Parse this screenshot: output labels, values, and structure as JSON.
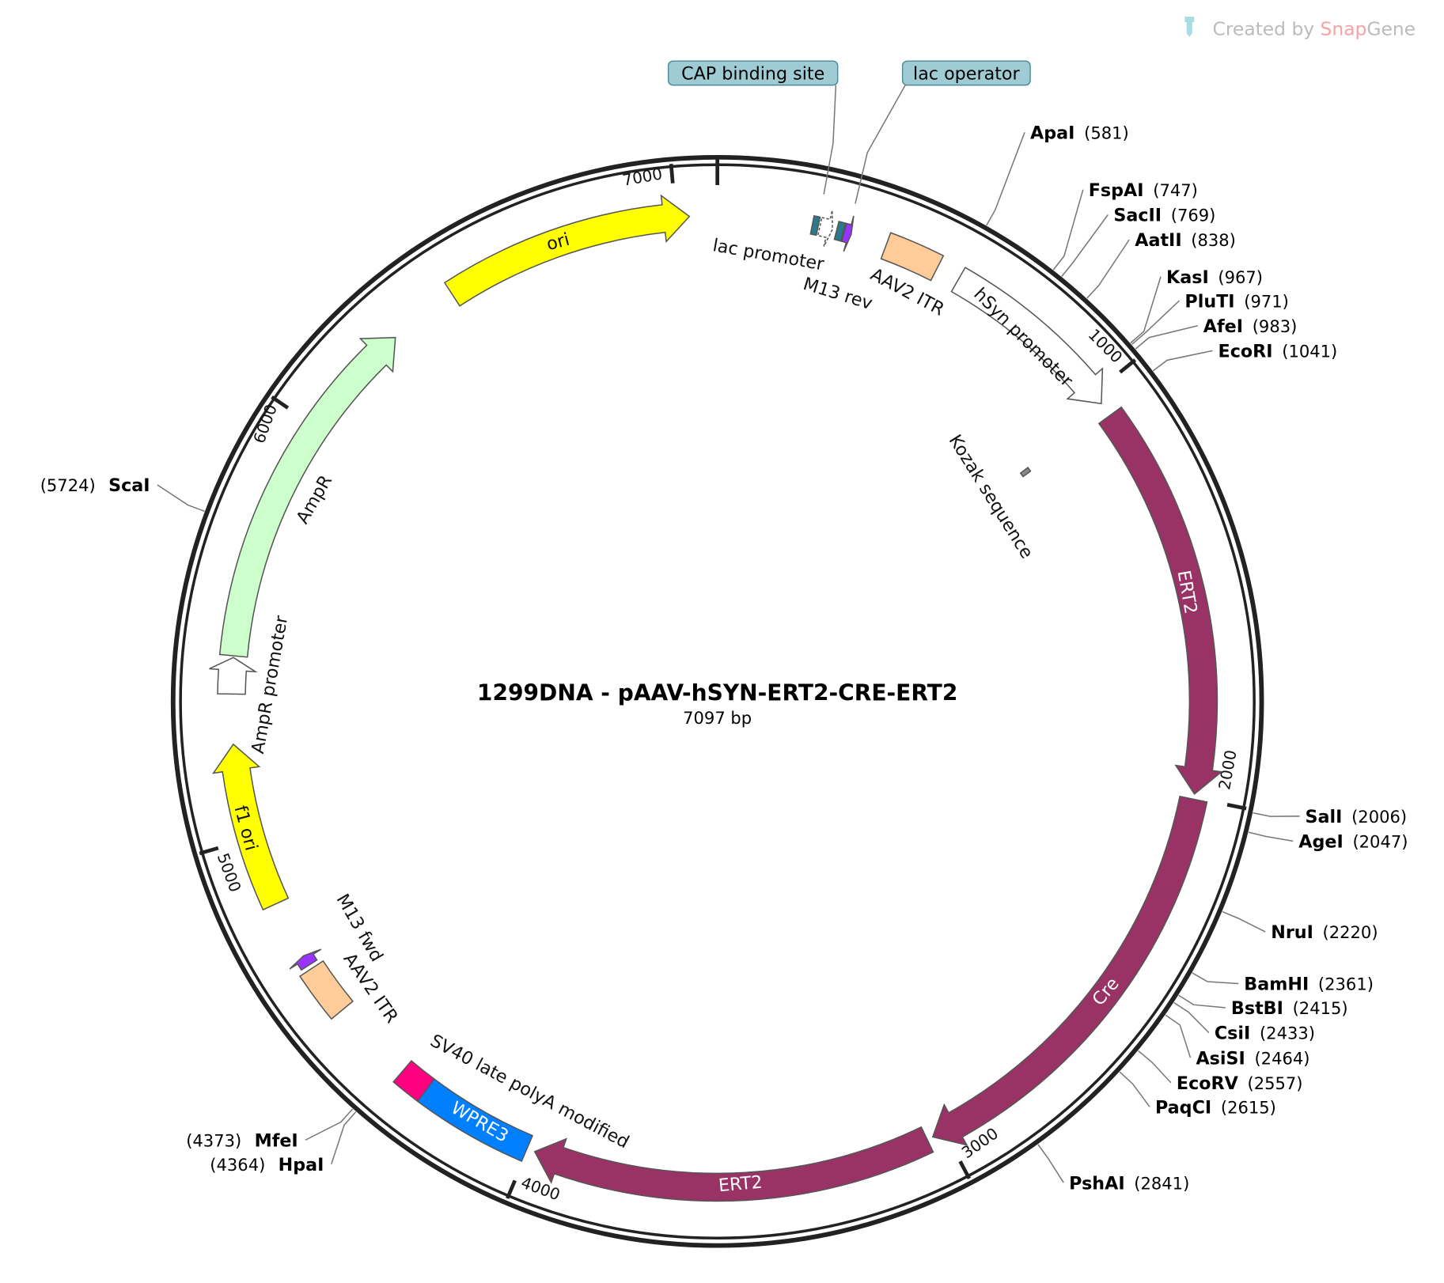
{
  "watermark": {
    "prefix": "Created by ",
    "brand_a": "Snap",
    "brand_b": "Gene"
  },
  "plasmid": {
    "title": "1299DNA - pAAV-hSYN-ERT2-CRE-ERT2",
    "length_label": "7097 bp",
    "length": 7097
  },
  "ticks": [
    {
      "bp": 1000,
      "label": "1000"
    },
    {
      "bp": 2000,
      "label": "2000"
    },
    {
      "bp": 3000,
      "label": "3000"
    },
    {
      "bp": 4000,
      "label": "4000"
    },
    {
      "bp": 5000,
      "label": "5000"
    },
    {
      "bp": 6000,
      "label": "6000"
    },
    {
      "bp": 7000,
      "label": "7000"
    }
  ],
  "features": [
    {
      "name": "ori",
      "start": 6445,
      "end": 7032,
      "color": "#ffff00",
      "type": "arrow"
    },
    {
      "name": "AmpR",
      "start": 5429,
      "end": 6279,
      "color": "#ccffcc",
      "type": "arrow"
    },
    {
      "name": "AmpR promoter",
      "start": 5340,
      "end": 5425,
      "color": "#ffffff",
      "type": "arrow"
    },
    {
      "name": "f1 ori",
      "start": 4837,
      "end": 5223,
      "color": "#ffff00",
      "type": "arrow"
    },
    {
      "name": "M13 fwd",
      "start": 4675,
      "end": 4700,
      "color": "#9933ff",
      "type": "arrow"
    },
    {
      "name": "AAV2 ITR",
      "start": 4545,
      "end": 4665,
      "color": "#ffcc99",
      "type": "box"
    },
    {
      "name": "SV40 late polyA modified",
      "start": 4275,
      "end": 4345,
      "color": "#ff0080",
      "type": "box"
    },
    {
      "name": "WPRE3",
      "start": 4003,
      "end": 4275,
      "color": "#0080ff",
      "type": "box"
    },
    {
      "name": "ERT2",
      "start": 3044,
      "end": 3984,
      "color": "#993366",
      "type": "arrow"
    },
    {
      "name": "Cre",
      "start": 2003,
      "end": 3030,
      "color": "#993366",
      "type": "arrow"
    },
    {
      "name": "ERT2",
      "start": 1063,
      "end": 1991,
      "color": "#993366",
      "type": "arrow"
    },
    {
      "name": "hSyn promoter",
      "start": 586,
      "end": 1029,
      "color": "#ffffff",
      "type": "arrow"
    },
    {
      "name": "AAV2 ITR",
      "start": 400,
      "end": 530,
      "color": "#ffcc99",
      "type": "box"
    },
    {
      "name": "Kozak sequence",
      "start": 1045,
      "end": 1058,
      "color": "#888888",
      "type": "inner"
    },
    {
      "name": "CAP binding site",
      "start": 222,
      "end": 236,
      "color": "#2a7a8c",
      "type": "box"
    },
    {
      "name": "lac promoter",
      "start": 240,
      "end": 270,
      "color": "#ffffff",
      "type": "arrow"
    },
    {
      "name": "lac operator",
      "start": 280,
      "end": 296,
      "color": "#2a7a8c",
      "type": "box"
    },
    {
      "name": "M13 rev",
      "start": 298,
      "end": 315,
      "color": "#9933ff",
      "type": "arrow"
    }
  ],
  "callouts": [
    {
      "name": "CAP binding site",
      "color": "#9ecbd4"
    },
    {
      "name": "lac operator",
      "color": "#9ecbd4"
    }
  ],
  "sites": [
    {
      "name": "ApaI",
      "pos": "(581)",
      "bp": 581
    },
    {
      "name": "FspAI",
      "pos": "(747)",
      "bp": 747
    },
    {
      "name": "SacII",
      "pos": "(769)",
      "bp": 769
    },
    {
      "name": "AatII",
      "pos": "(838)",
      "bp": 838
    },
    {
      "name": "KasI",
      "pos": "(967)",
      "bp": 967
    },
    {
      "name": "PluTI",
      "pos": "(971)",
      "bp": 971
    },
    {
      "name": "AfeI",
      "pos": "(983)",
      "bp": 983
    },
    {
      "name": "EcoRI",
      "pos": "(1041)",
      "bp": 1041
    },
    {
      "name": "SalI",
      "pos": "(2006)",
      "bp": 2006
    },
    {
      "name": "AgeI",
      "pos": "(2047)",
      "bp": 2047
    },
    {
      "name": "NruI",
      "pos": "(2220)",
      "bp": 2220
    },
    {
      "name": "BamHI",
      "pos": "(2361)",
      "bp": 2361
    },
    {
      "name": "BstBI",
      "pos": "(2415)",
      "bp": 2415
    },
    {
      "name": "CsiI",
      "pos": "(2433)",
      "bp": 2433
    },
    {
      "name": "AsiSI",
      "pos": "(2464)",
      "bp": 2464
    },
    {
      "name": "EcoRV",
      "pos": "(2557)",
      "bp": 2557
    },
    {
      "name": "PaqCI",
      "pos": "(2615)",
      "bp": 2615
    },
    {
      "name": "PshAI",
      "pos": "(2841)",
      "bp": 2841
    },
    {
      "name": "MfeI",
      "pos": "(4373)",
      "bp": 4373
    },
    {
      "name": "HpaI",
      "pos": "(4364)",
      "bp": 4364
    },
    {
      "name": "ScaI",
      "pos": "(5724)",
      "bp": 5724
    }
  ]
}
